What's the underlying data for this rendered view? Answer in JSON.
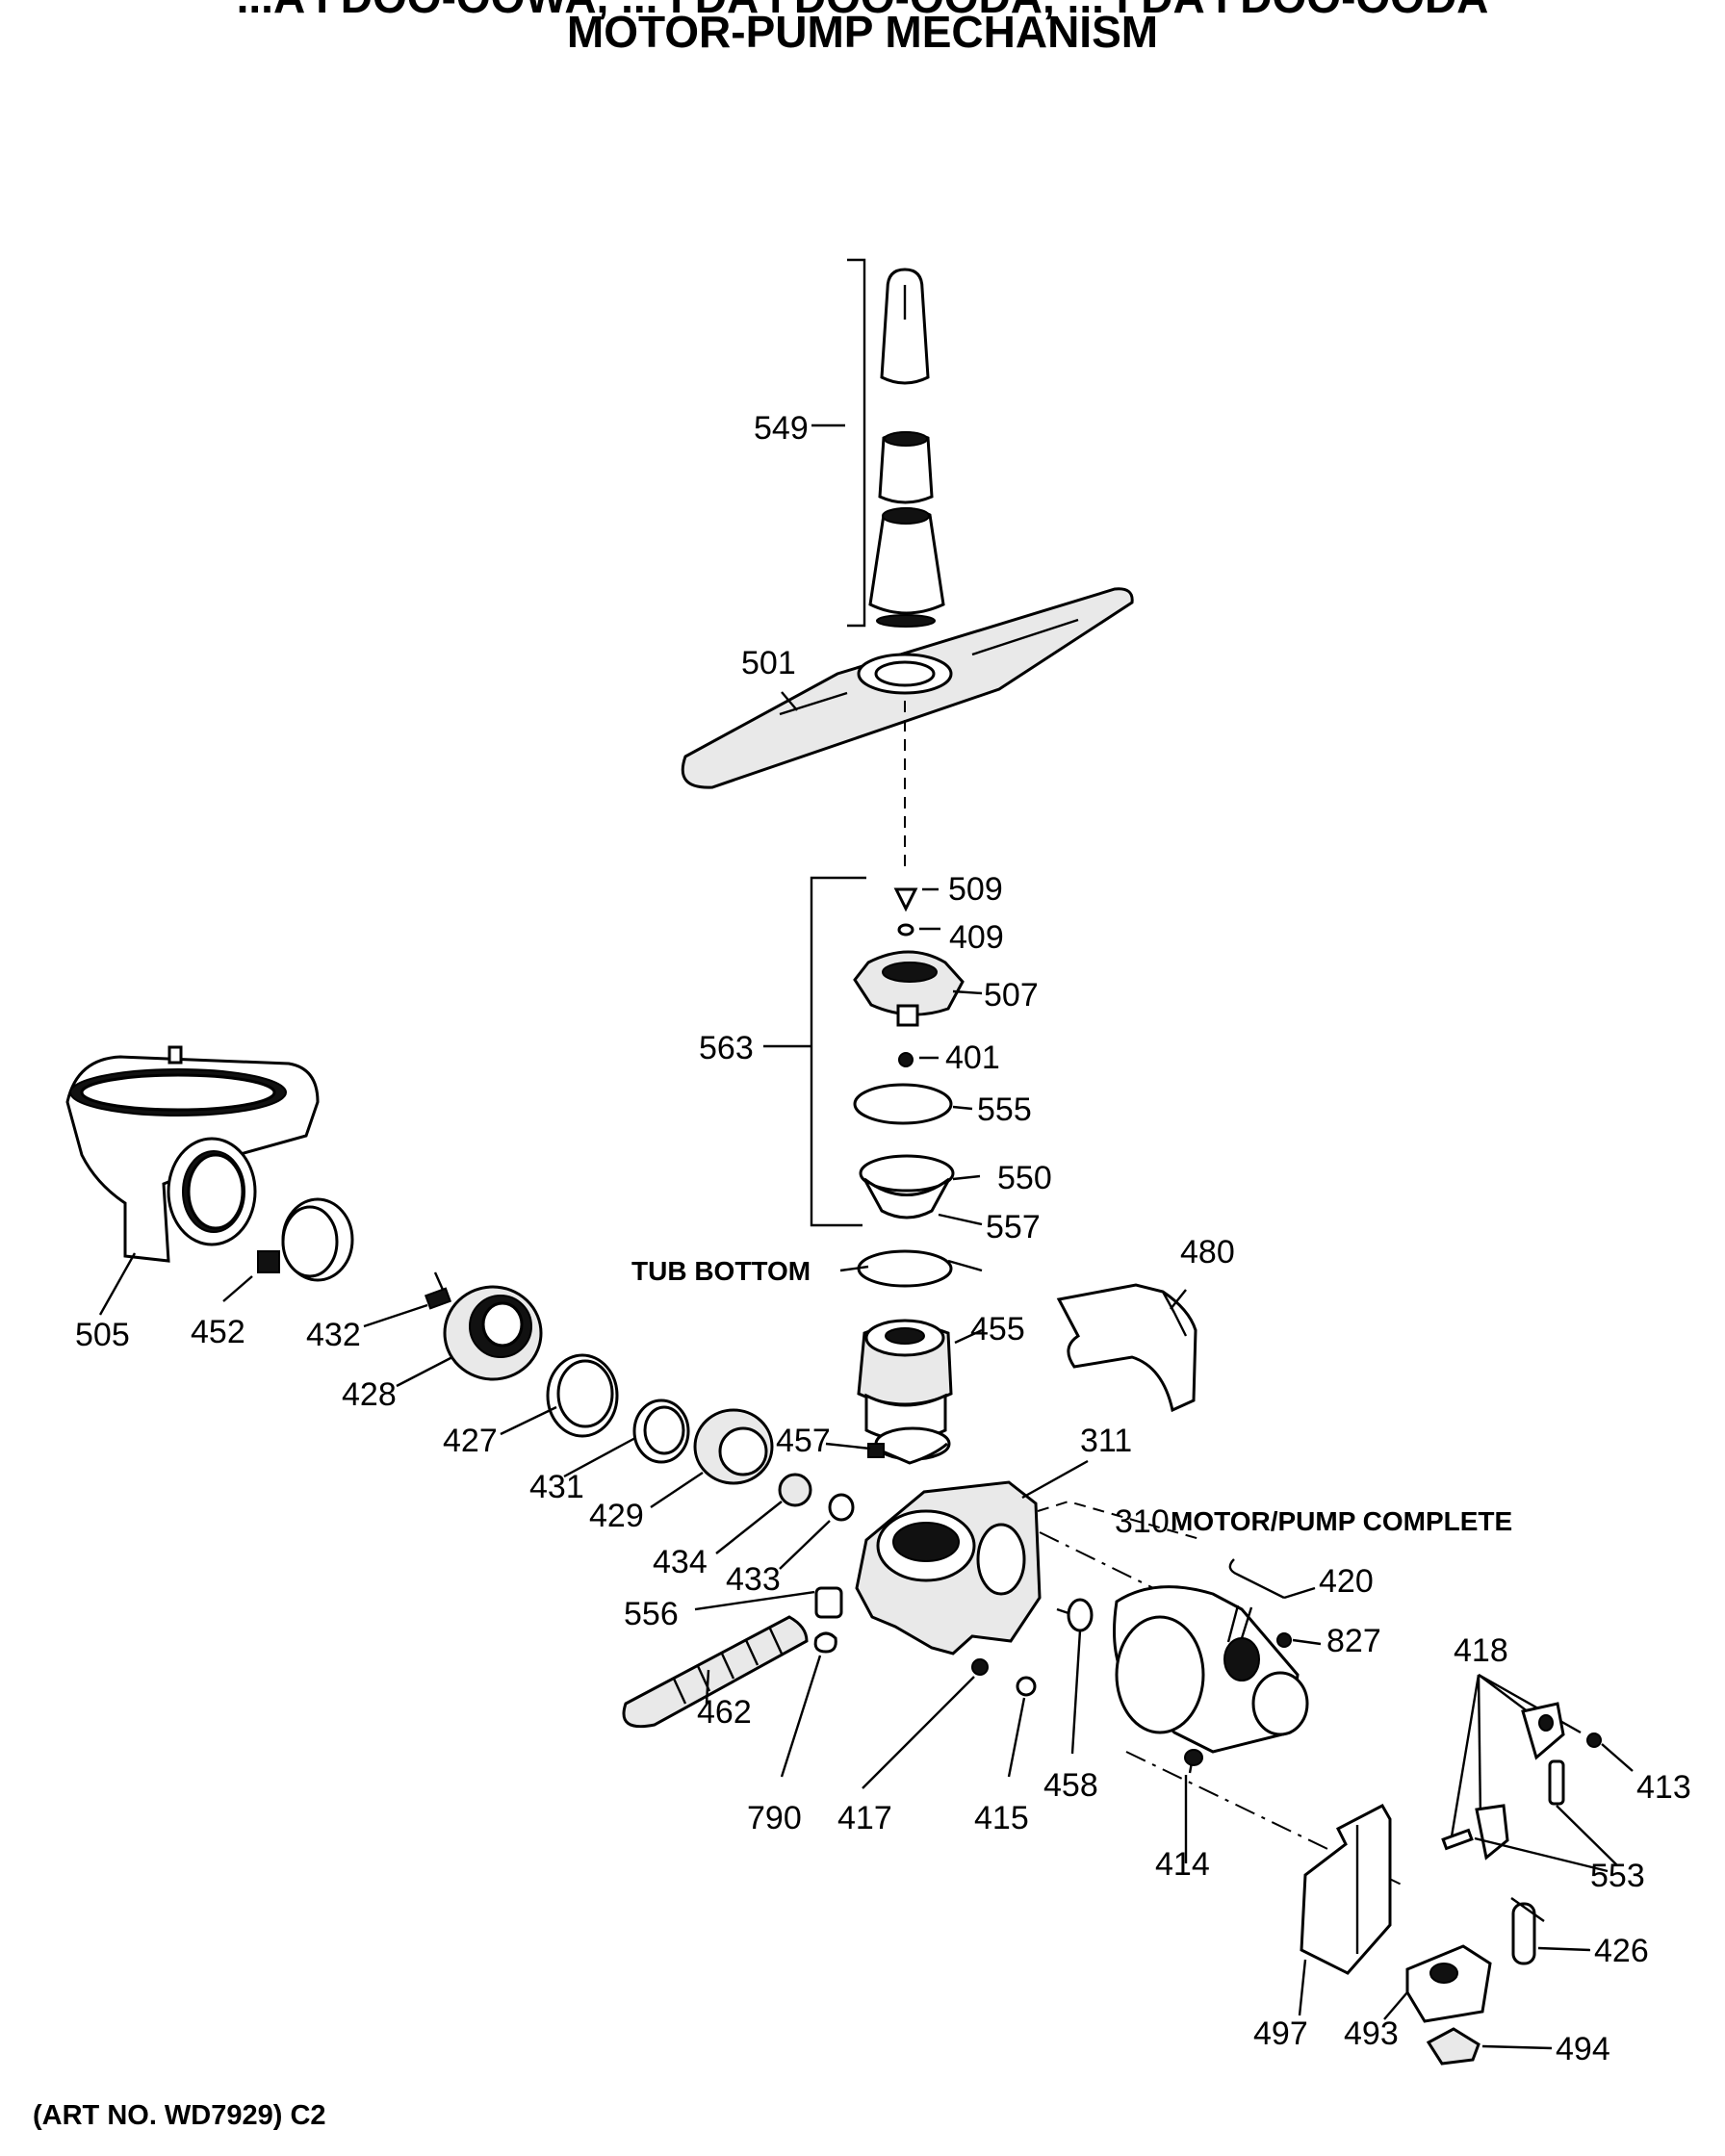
{
  "header": {
    "title_partial": "...A I DOO-OOWA, ... I DA I DOO-OODA, ... I DA I DOO-OODA",
    "title": "MOTOR-PUMP MECHANISM"
  },
  "labels": {
    "tub_bottom": "TUB BOTTOM",
    "motor_pump_complete": "MOTOR/PUMP COMPLETE",
    "art_no": "(ART NO. WD7929) C2"
  },
  "part_numbers": {
    "p549": "549",
    "p501": "501",
    "p509": "509",
    "p409": "409",
    "p507": "507",
    "p563": "563",
    "p401": "401",
    "p555": "555",
    "p550": "550",
    "p557": "557",
    "p480": "480",
    "p455": "455",
    "p505": "505",
    "p452": "452",
    "p432": "432",
    "p428": "428",
    "p427": "427",
    "p431": "431",
    "p429": "429",
    "p434": "434",
    "p457": "457",
    "p311": "311",
    "p310": "310",
    "p433": "433",
    "p556": "556",
    "p420": "420",
    "p827": "827",
    "p418": "418",
    "p462": "462",
    "p458": "458",
    "p413": "413",
    "p790": "790",
    "p417": "417",
    "p415": "415",
    "p414": "414",
    "p553": "553",
    "p426": "426",
    "p497": "497",
    "p493": "493",
    "p494": "494"
  }
}
